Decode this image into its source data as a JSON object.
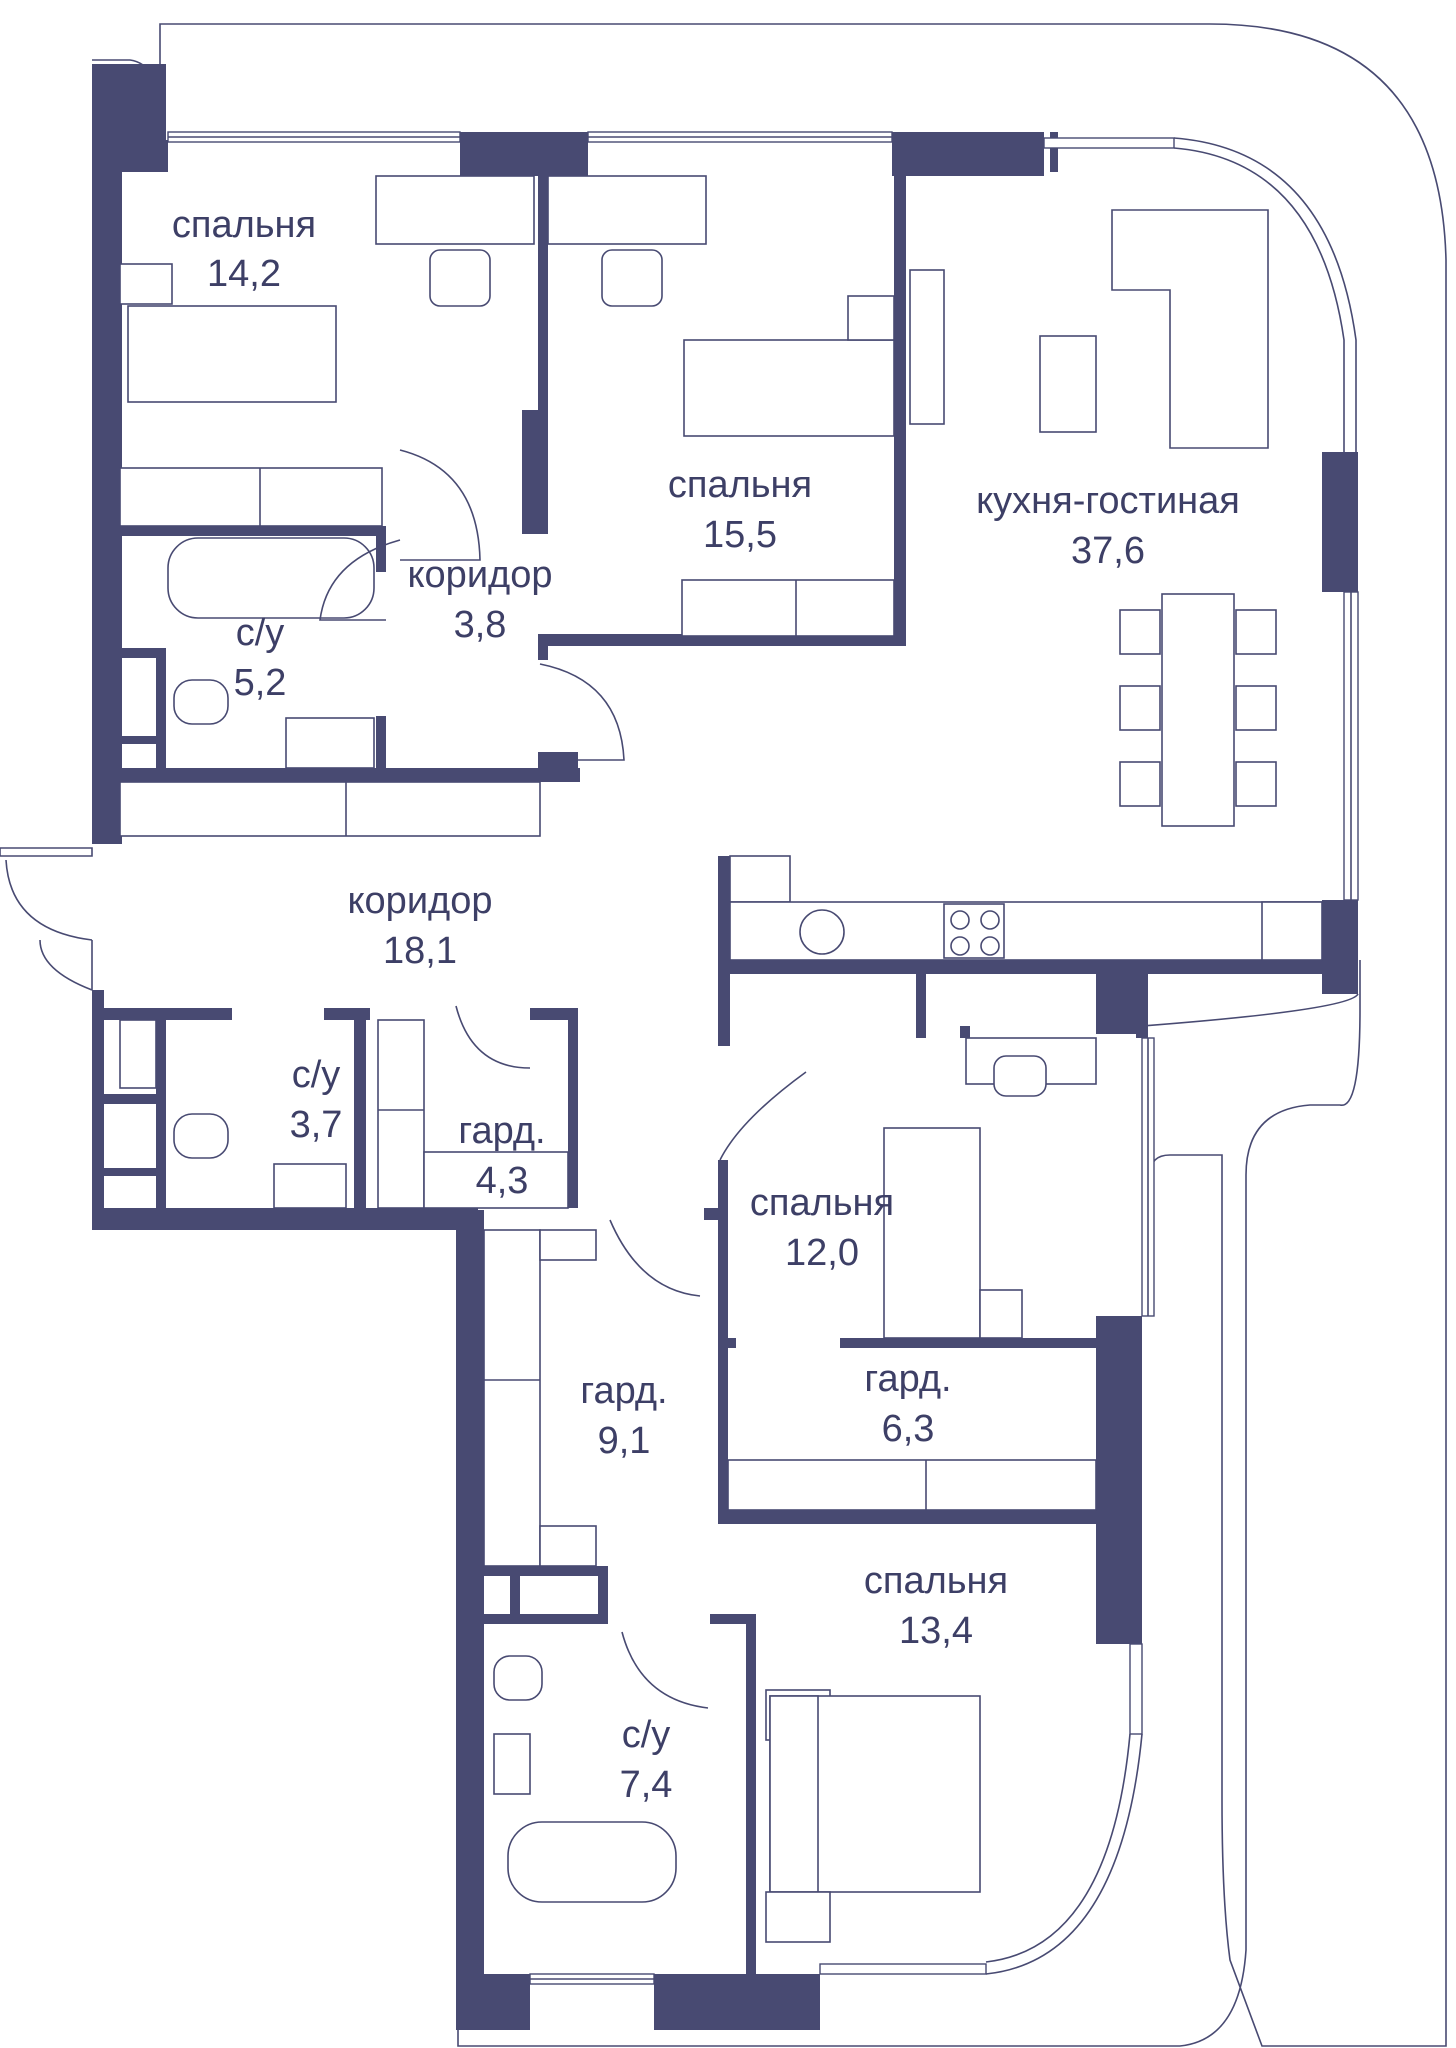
{
  "rooms": [
    {
      "id": "bedroom-1",
      "name": "спальня",
      "area": "14,2"
    },
    {
      "id": "bedroom-2",
      "name": "спальня",
      "area": "15,5"
    },
    {
      "id": "kitchen-living",
      "name": "кухня-гостиная",
      "area": "37,6"
    },
    {
      "id": "corridor-small",
      "name": "коридор",
      "area": "3,8"
    },
    {
      "id": "bathroom-1",
      "name": "с/у",
      "area": "5,2"
    },
    {
      "id": "corridor-main",
      "name": "коридор",
      "area": "18,1"
    },
    {
      "id": "bathroom-2",
      "name": "с/у",
      "area": "3,7"
    },
    {
      "id": "wardrobe-1",
      "name": "гард.",
      "area": "4,3"
    },
    {
      "id": "bedroom-3",
      "name": "спальня",
      "area": "12,0"
    },
    {
      "id": "wardrobe-2",
      "name": "гард.",
      "area": "9,1"
    },
    {
      "id": "wardrobe-3",
      "name": "гард.",
      "area": "6,3"
    },
    {
      "id": "bedroom-4",
      "name": "спальня",
      "area": "13,4"
    },
    {
      "id": "bathroom-3",
      "name": "с/у",
      "area": "7,4"
    }
  ],
  "colors": {
    "wall": "#484a72",
    "text": "#3d3f66",
    "background": "#ffffff"
  }
}
